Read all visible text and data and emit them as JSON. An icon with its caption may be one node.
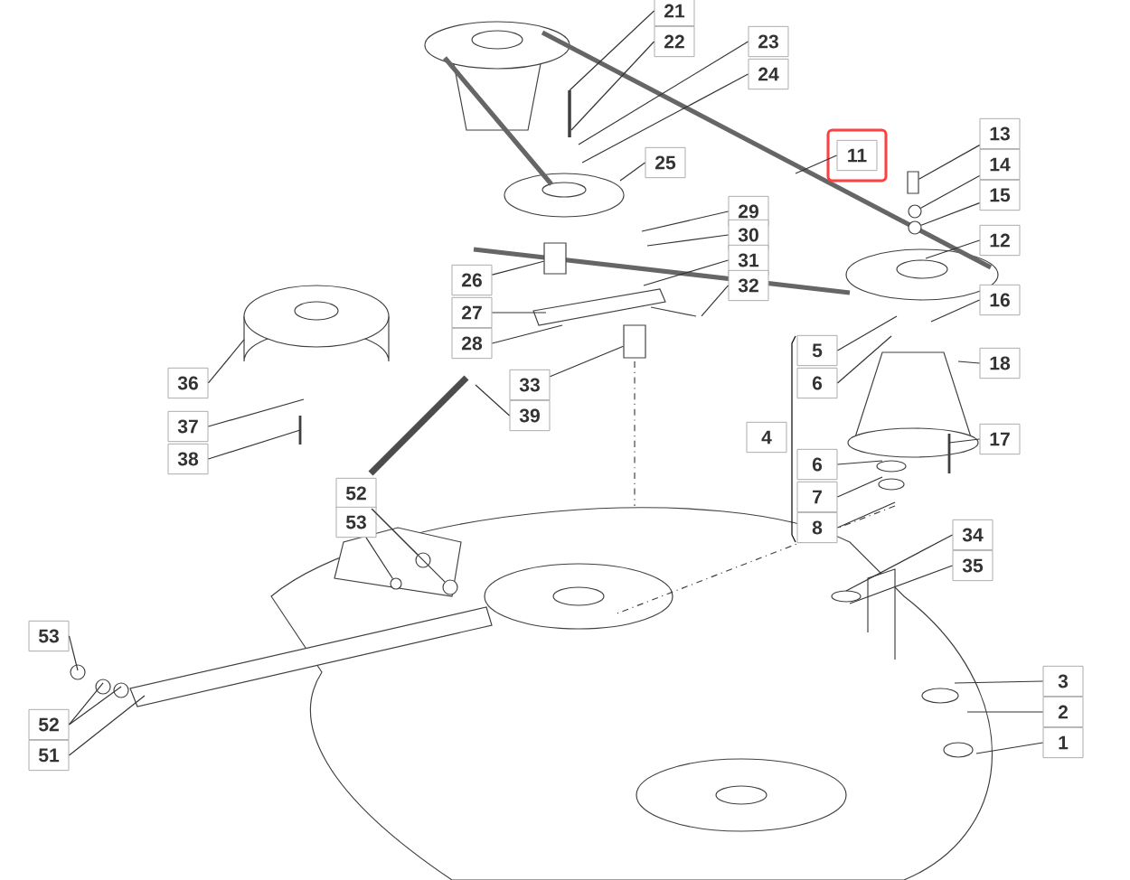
{
  "diagram": {
    "nodes": [
      {
        "text": [
          "21"
        ]
      },
      {
        "text": [
          "22"
        ]
      },
      {
        "text": [
          "23"
        ]
      },
      {
        "text": [
          "24"
        ]
      },
      {
        "text": [
          "13"
        ]
      },
      {
        "text": [
          "11"
        ]
      },
      {
        "text": [
          "25"
        ]
      },
      {
        "text": [
          "14"
        ]
      },
      {
        "text": [
          "15"
        ]
      },
      {
        "text": [
          "29"
        ]
      },
      {
        "text": [
          "30"
        ]
      },
      {
        "text": [
          "12"
        ]
      },
      {
        "text": [
          "31"
        ]
      },
      {
        "text": [
          "32"
        ]
      },
      {
        "text": [
          "26"
        ]
      },
      {
        "text": [
          "16"
        ]
      },
      {
        "text": [
          "27"
        ]
      },
      {
        "text": [
          "28"
        ]
      },
      {
        "text": [
          "5"
        ]
      },
      {
        "text": [
          "18"
        ]
      },
      {
        "text": [
          "36"
        ]
      },
      {
        "text": [
          "6"
        ]
      },
      {
        "text": [
          "33"
        ]
      },
      {
        "text": [
          "39"
        ]
      },
      {
        "text": [
          "37"
        ]
      },
      {
        "text": [
          "4"
        ]
      },
      {
        "text": [
          "17"
        ]
      },
      {
        "text": [
          "38"
        ]
      },
      {
        "text": [
          "6"
        ]
      },
      {
        "text": [
          "52"
        ]
      },
      {
        "text": [
          "7"
        ]
      },
      {
        "text": [
          "53"
        ]
      },
      {
        "text": [
          "8"
        ]
      },
      {
        "text": [
          "34"
        ]
      },
      {
        "text": [
          "35"
        ]
      },
      {
        "text": [
          "53"
        ]
      },
      {
        "text": [
          "3"
        ]
      },
      {
        "text": [
          "2"
        ]
      },
      {
        "text": [
          "52"
        ]
      },
      {
        "text": [
          "1"
        ]
      },
      {
        "text": [
          "51"
        ]
      },
      {
        "text": [],
        "shape": "box"
      },
      {
        "text": [],
        "shape": "box"
      },
      {
        "text": [],
        "shape": "box"
      },
      {
        "text": [],
        "shape": "circle"
      },
      {
        "text": [],
        "shape": "circle"
      },
      {
        "text": [],
        "shape": "circle"
      },
      {
        "text": [],
        "shape": "circle"
      },
      {
        "text": [],
        "shape": "circle"
      }
    ],
    "edges": [
      {
        "from": 0,
        "to": null,
        "arrow": "none"
      },
      {
        "from": 1,
        "to": null,
        "arrow": "none"
      },
      {
        "from": 2,
        "to": null,
        "arrow": "none"
      },
      {
        "from": 3,
        "to": null,
        "arrow": "none"
      },
      {
        "from": 6,
        "to": null,
        "arrow": "none"
      },
      {
        "from": 5,
        "to": null,
        "arrow": "none"
      },
      {
        "from": 4,
        "to": 41,
        "arrow": "none"
      },
      {
        "from": 7,
        "to": 45,
        "arrow": "none"
      },
      {
        "from": 8,
        "to": 46,
        "arrow": "none"
      },
      {
        "from": 11,
        "to": null,
        "arrow": "none"
      },
      {
        "from": 15,
        "to": null,
        "arrow": "none"
      },
      {
        "from": 19,
        "to": null,
        "arrow": "none"
      },
      {
        "from": 26,
        "to": null,
        "arrow": "none"
      },
      {
        "from": 18,
        "to": null,
        "arrow": "none"
      },
      {
        "from": 21,
        "to": null,
        "arrow": "none"
      },
      {
        "from": 28,
        "to": null,
        "arrow": "none"
      },
      {
        "from": 30,
        "to": null,
        "arrow": "none"
      },
      {
        "from": 32,
        "to": null,
        "arrow": "none"
      },
      {
        "from": 33,
        "to": null,
        "arrow": "none"
      },
      {
        "from": 34,
        "to": null,
        "arrow": "none"
      },
      {
        "from": 36,
        "to": null,
        "arrow": "none"
      },
      {
        "from": 37,
        "to": null,
        "arrow": "none"
      },
      {
        "from": 39,
        "to": null,
        "arrow": "none"
      },
      {
        "from": 9,
        "to": null,
        "arrow": "none"
      },
      {
        "from": 10,
        "to": null,
        "arrow": "none"
      },
      {
        "from": 12,
        "to": null,
        "arrow": "none"
      },
      {
        "from": 13,
        "to": null,
        "arrow": "none"
      },
      {
        "from": 14,
        "to": 42,
        "arrow": "none"
      },
      {
        "from": 16,
        "to": null,
        "arrow": "none"
      },
      {
        "from": 17,
        "to": null,
        "arrow": "none"
      },
      {
        "from": 22,
        "to": 43,
        "arrow": "none"
      },
      {
        "from": 23,
        "to": null,
        "arrow": "none"
      },
      {
        "from": 20,
        "to": null,
        "arrow": "none"
      },
      {
        "from": 24,
        "to": null,
        "arrow": "none"
      },
      {
        "from": 27,
        "to": null,
        "arrow": "none"
      },
      {
        "from": 29,
        "to": 47,
        "arrow": "none"
      },
      {
        "from": 29,
        "to": 48,
        "arrow": "none"
      },
      {
        "from": 31,
        "to": 44,
        "arrow": "none"
      },
      {
        "from": 35,
        "to": null,
        "arrow": "none"
      },
      {
        "from": 38,
        "to": null,
        "arrow": "none"
      },
      {
        "from": 38,
        "to": null,
        "arrow": "none"
      },
      {
        "from": 40,
        "to": null,
        "arrow": "none"
      }
    ]
  }
}
